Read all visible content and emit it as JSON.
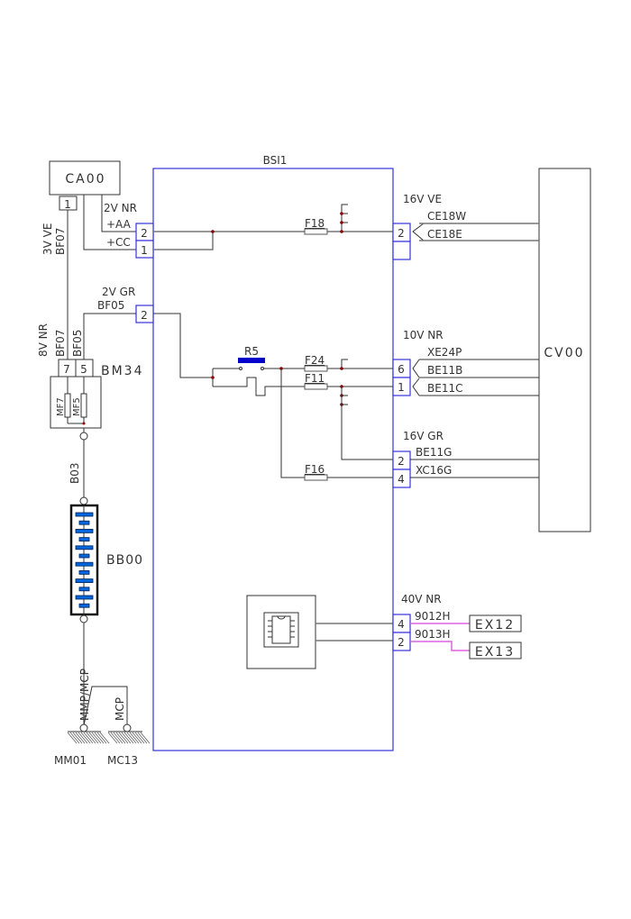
{
  "diagram": {
    "colors": {
      "bsi_box": "#3333dd",
      "wire": "#333333",
      "relay_bar": "#0000cc",
      "battery_cells": "#0066dd",
      "ex_wires": "#e060e0",
      "junction_dot": "#8b0000"
    },
    "components": {
      "ca00": "CA00",
      "bsi1": "BSI1",
      "cv00": "CV00",
      "bm34": "BM34",
      "bb00": "BB00",
      "ex12": "EX12",
      "ex13": "EX13",
      "mm01": "MM01",
      "mc13": "MC13",
      "r5": "R5",
      "mf7": "MF7",
      "mf5": "MF5",
      "chip_icon": "ic-chip-icon"
    },
    "fuses": [
      "F18",
      "F24",
      "F11",
      "F16"
    ],
    "left_side": {
      "ca00_pin": "1",
      "ca00_wire_conn": "3V VE",
      "ca00_wire": "BF07",
      "bsi_in_conn_top": "2V NR",
      "bsi_in_pin_aa_label": "+AA",
      "bsi_in_pin_cc_label": "+CC",
      "bsi_in_pin_top": "2",
      "bsi_in_pin_bottom": "1",
      "bf05_conn": "2V GR",
      "bf05_wire": "BF05",
      "bf05_pin": "2",
      "bm34_conn": "8V NR",
      "bm34_wire_left": "BF07",
      "bm34_wire_right": "BF05",
      "bm34_pin_left": "7",
      "bm34_pin_right": "5",
      "b03_wire": "B03",
      "ground_wire_1": "MMP/MCP",
      "ground_wire_2": "MCP"
    },
    "right_side": {
      "group1": {
        "conn": "16V VE",
        "pins": [
          {
            "pin": "2",
            "wires": [
              "CE18W",
              "CE18E"
            ]
          },
          {
            "pin": "",
            "wires": []
          }
        ]
      },
      "group2": {
        "conn": "10V NR",
        "pins": [
          {
            "pin": "6",
            "wires": [
              "XE24P",
              "BE11B"
            ]
          },
          {
            "pin": "1",
            "wires": [
              "BE11C"
            ]
          }
        ]
      },
      "group3": {
        "conn": "16V GR",
        "pins": [
          {
            "pin": "2",
            "wire": "BE11G"
          },
          {
            "pin": "4",
            "wire": "XC16G"
          }
        ]
      },
      "group4": {
        "conn": "40V NR",
        "pins": [
          {
            "pin": "4",
            "wire": "9012H",
            "dest": "EX12"
          },
          {
            "pin": "2",
            "wire": "9013H",
            "dest": "EX13"
          }
        ]
      }
    }
  }
}
